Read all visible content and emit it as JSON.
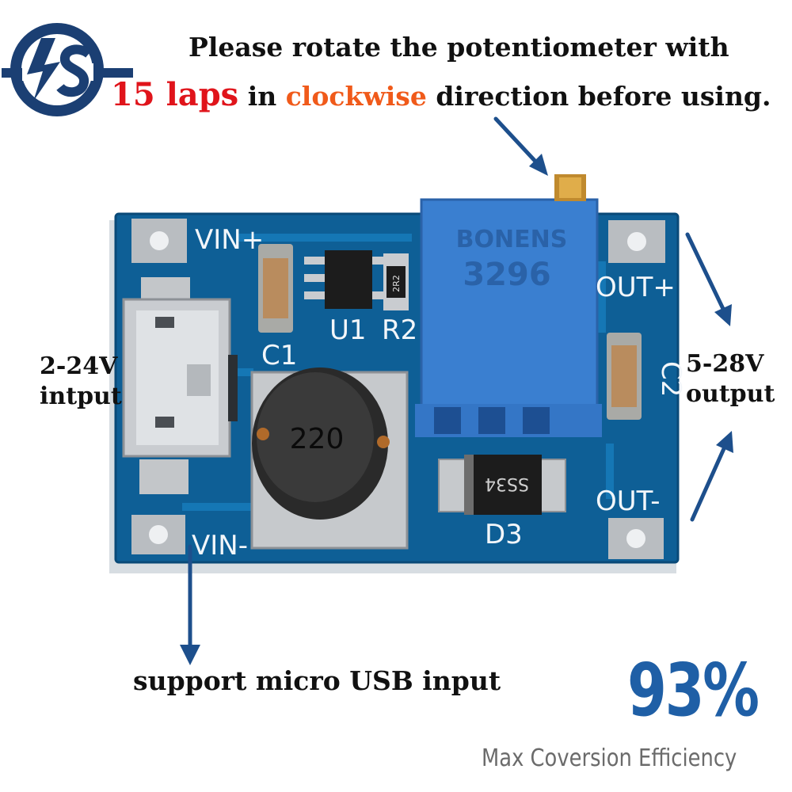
{
  "header": {
    "line1": "Please rotate the potentiometer with",
    "line2_laps": "15 laps",
    "line2_in": " in ",
    "line2_clockwise": "clockwise",
    "line2_rest": " direction before using."
  },
  "labels": {
    "input_voltage": "2-24V",
    "input_word": "intput",
    "output_voltage": "5-28V",
    "output_word": "output",
    "usb_note": "support micro USB input"
  },
  "efficiency": {
    "value": "93%",
    "caption": "Max Coversion Efficiency"
  },
  "board": {
    "vin_plus": "VIN+",
    "vin_minus": "VIN-",
    "out_plus": "OUT+",
    "out_minus": "OUT-",
    "c1": "C1",
    "c2": "C2",
    "u1": "U1",
    "r2": "R2",
    "d3": "D3",
    "inductor": "220",
    "diode_marking": "SS34",
    "resistor_marking": "2R2",
    "pot_brand": "BONENS",
    "pot_model": "3296"
  },
  "colors": {
    "pcb": "#0e5f96",
    "logo": "#1b3f73",
    "accent_red": "#e0141b",
    "accent_orange": "#f05a1a",
    "efficiency_blue": "#1f5fa6"
  }
}
